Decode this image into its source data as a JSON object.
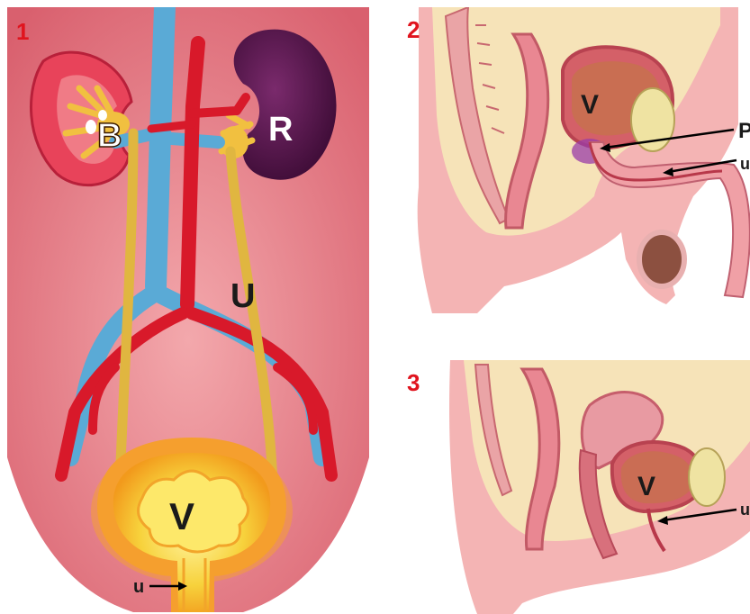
{
  "panels": [
    {
      "number": "1",
      "labels": {
        "pelvis": "B",
        "kidney": "R",
        "ureter": "U",
        "bladder": "V",
        "urethra": "u"
      }
    },
    {
      "number": "2",
      "labels": {
        "bladder": "V",
        "prostate": "P",
        "urethra": "u"
      }
    },
    {
      "number": "3",
      "labels": {
        "bladder": "V",
        "urethra": "u"
      }
    }
  ],
  "colors": {
    "background": "#e47682",
    "kidney_left": "#e8435a",
    "kidney_right": "#4a0f40",
    "vein": "#5aaad6",
    "artery": "#d8192a",
    "ureter": "#e0b640",
    "bladder": "#f7d23c",
    "skin": "#f4b4b4",
    "fat": "#f6e3b8",
    "number": "#e0141e"
  }
}
